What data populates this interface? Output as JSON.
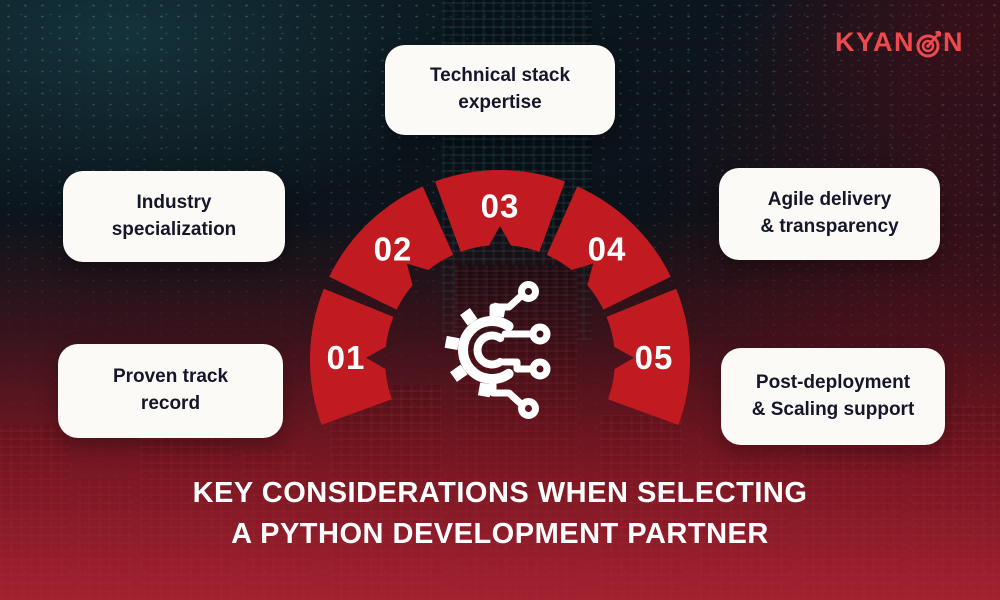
{
  "brand": {
    "name": "KYANON",
    "name_before_target": "KYAN",
    "name_after_target": "N"
  },
  "title": {
    "line1": "KEY CONSIDERATIONS WHEN SELECTING",
    "line2": "A PYTHON DEVELOPMENT PARTNER"
  },
  "cards": [
    {
      "id": "technical-stack",
      "label": "Technical stack\nexpertise"
    },
    {
      "id": "industry-specialization",
      "label": "Industry\nspecialization"
    },
    {
      "id": "agile-delivery",
      "label": "Agile delivery\n& transparency"
    },
    {
      "id": "proven-track-record",
      "label": "Proven track\nrecord"
    },
    {
      "id": "post-deployment",
      "label": "Post-deployment\n& Scaling support"
    }
  ],
  "gauge": {
    "segments": [
      {
        "label": "01"
      },
      {
        "label": "02"
      },
      {
        "label": "03"
      },
      {
        "label": "04"
      },
      {
        "label": "05"
      }
    ],
    "center_icon": "gear-circuit-icon"
  },
  "theme": {
    "segment_red": "#c11b21",
    "logo_red": "#ee4a4e",
    "card_bg": "#fbfaf7",
    "card_text": "#16162a",
    "title_color": "#ffffff"
  }
}
